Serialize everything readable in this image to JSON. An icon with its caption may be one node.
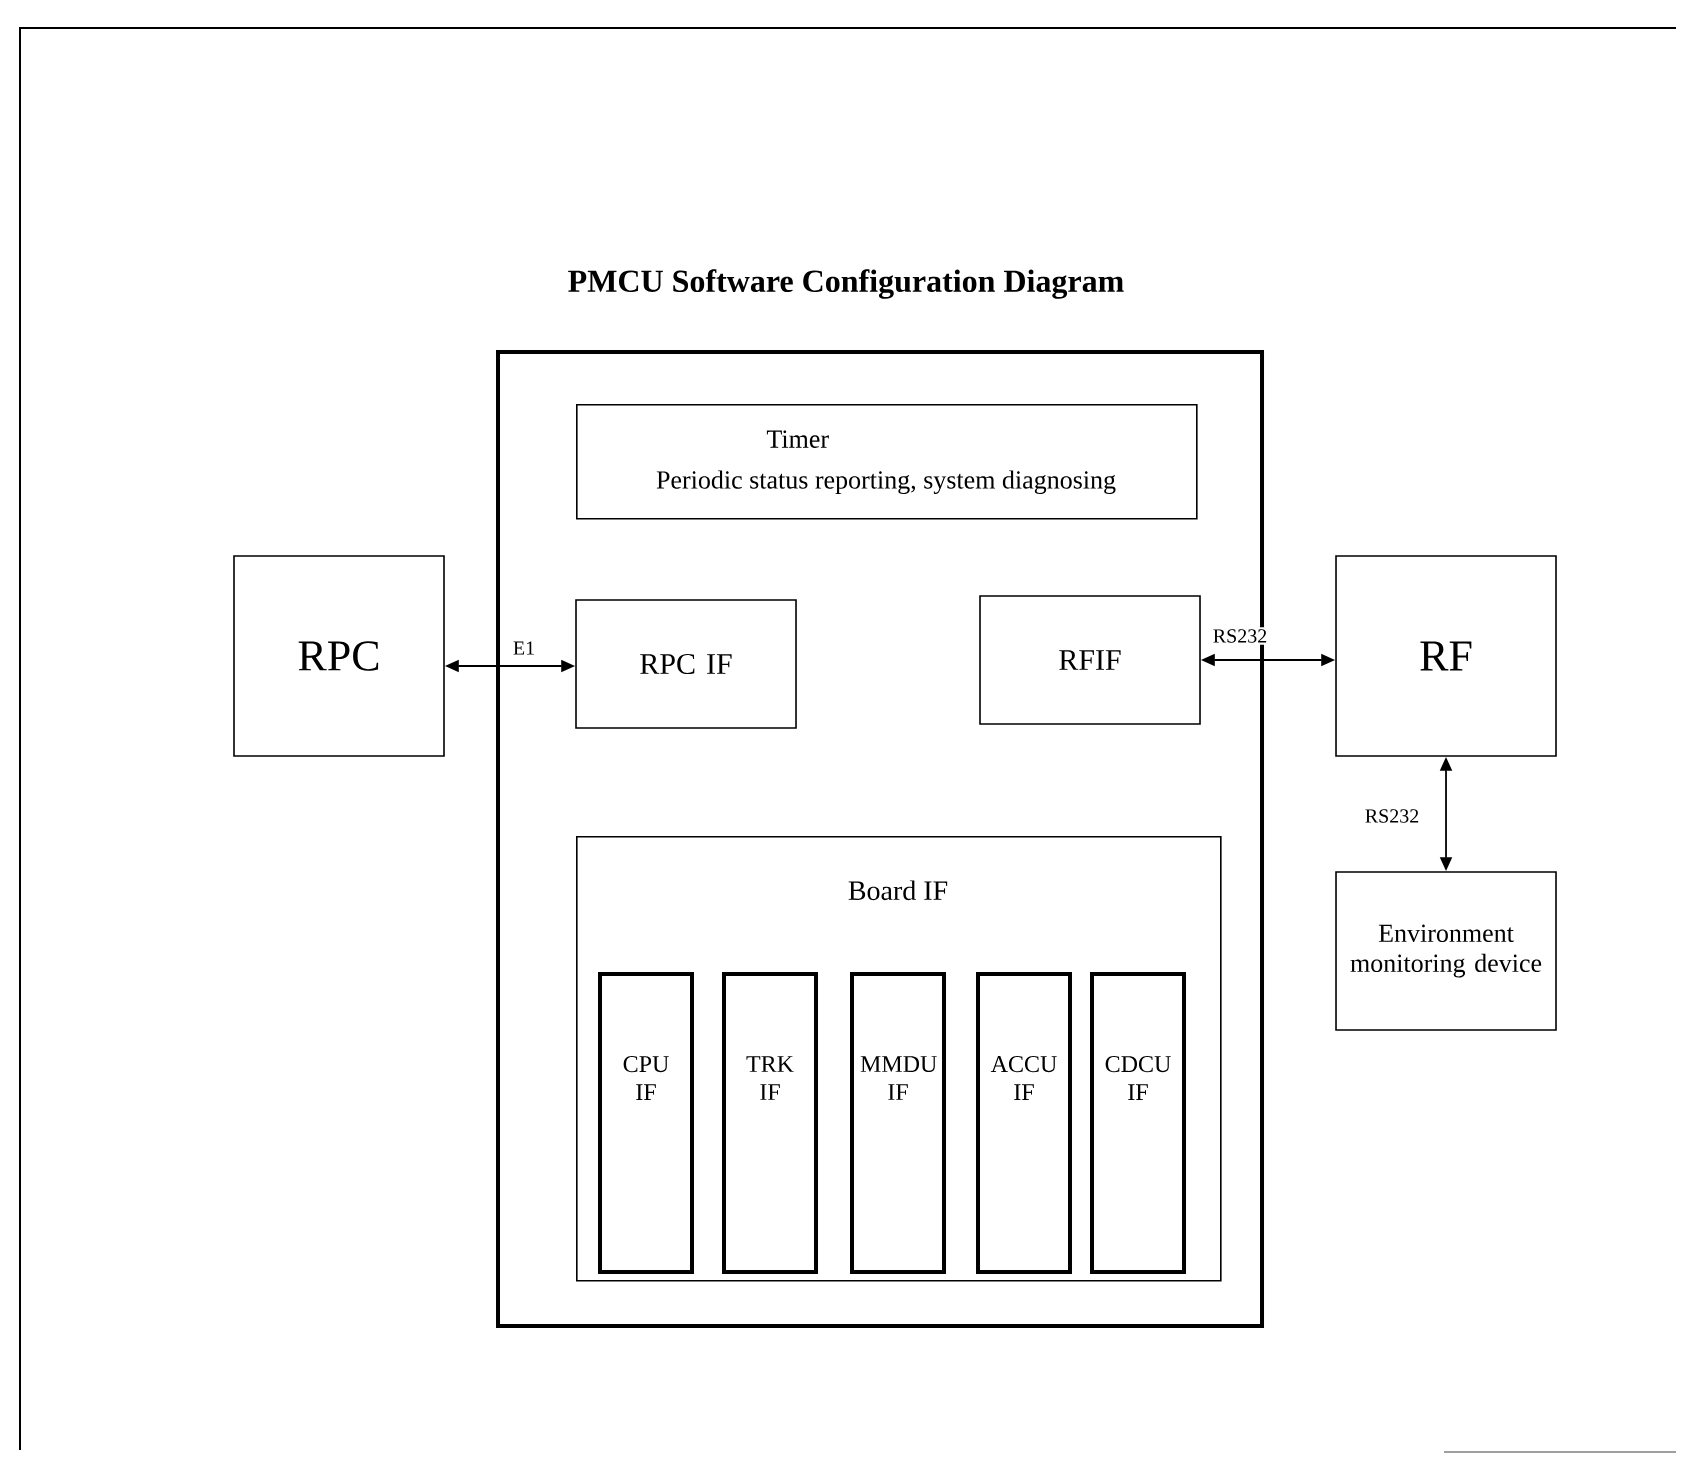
{
  "diagram": {
    "title": "PMCU Software Configuration Diagram",
    "nodes": [
      {
        "text": [
          "RPC"
        ]
      },
      {
        "text": [],
        "shape": "box"
      },
      {
        "text": [
          "Timer",
          "Periodic status reporting, system diagnosing"
        ],
        "in": 1
      },
      {
        "text": [
          "RPC IF"
        ],
        "in": 1
      },
      {
        "text": [
          "RFIF"
        ],
        "in": 1
      },
      {
        "text": [
          "RF"
        ]
      },
      {
        "text": [
          "Environment monitoring device"
        ]
      },
      {
        "text": [
          "Board IF"
        ],
        "in": 1
      },
      {
        "text": [
          "CPU IF"
        ],
        "in": 7
      },
      {
        "text": [
          "TRK IF"
        ],
        "in": 7
      },
      {
        "text": [
          "MMDU IF"
        ],
        "in": 7
      },
      {
        "text": [
          "ACCU IF"
        ],
        "in": 7
      },
      {
        "text": [
          "CDCU IF"
        ],
        "in": 7
      }
    ],
    "edges": [
      {
        "from": 0,
        "to": 3,
        "arrow": "both",
        "label": "E1"
      },
      {
        "from": 4,
        "to": 5,
        "arrow": "both",
        "label": "RS232"
      },
      {
        "from": 5,
        "to": 6,
        "arrow": "both",
        "label": "RS232"
      }
    ]
  }
}
